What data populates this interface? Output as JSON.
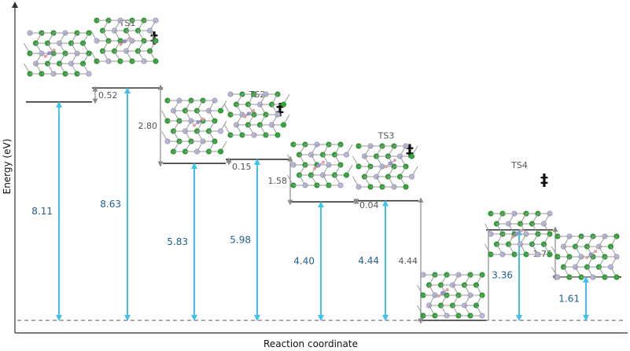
{
  "axes": {
    "xlabel": "Reaction coordinate",
    "ylabel": "Energy (eV)"
  },
  "colors": {
    "arrow_blue": "#3ec3ee",
    "value_blue": "#1f5f91",
    "grey": "#8a8a8a",
    "level": "#333333",
    "carbon_green": "#34a63a",
    "nitrogen_lilac": "#b9b9da",
    "oxygen_pink": "#e0a0a0"
  },
  "levels": [
    {
      "id": "start",
      "energy": 8.11,
      "ts": "",
      "label": "8.11"
    },
    {
      "id": "ts1",
      "energy": 8.63,
      "ts": "TS1",
      "label": "8.63"
    },
    {
      "id": "int1",
      "energy": 5.83,
      "ts": "",
      "label": "5.83"
    },
    {
      "id": "ts2",
      "energy": 5.98,
      "ts": "TS2",
      "label": "5.98"
    },
    {
      "id": "int2",
      "energy": 4.4,
      "ts": "",
      "label": "4.40"
    },
    {
      "id": "ts3",
      "energy": 4.44,
      "ts": "TS3",
      "label": "4.44"
    },
    {
      "id": "int3",
      "energy": 0.0,
      "ts": "",
      "label": ""
    },
    {
      "id": "ts4",
      "energy": 3.36,
      "ts": "TS4",
      "label": "3.36"
    },
    {
      "id": "final",
      "energy": 1.61,
      "ts": "",
      "label": "1.61"
    }
  ],
  "steps": [
    {
      "label": "0.52"
    },
    {
      "label": "2.80"
    },
    {
      "label": "0.15"
    },
    {
      "label": "1.58"
    },
    {
      "label": "0.04"
    },
    {
      "label": "4.44"
    },
    {
      "label": "1.75"
    }
  ],
  "ts_marker": "‡"
}
